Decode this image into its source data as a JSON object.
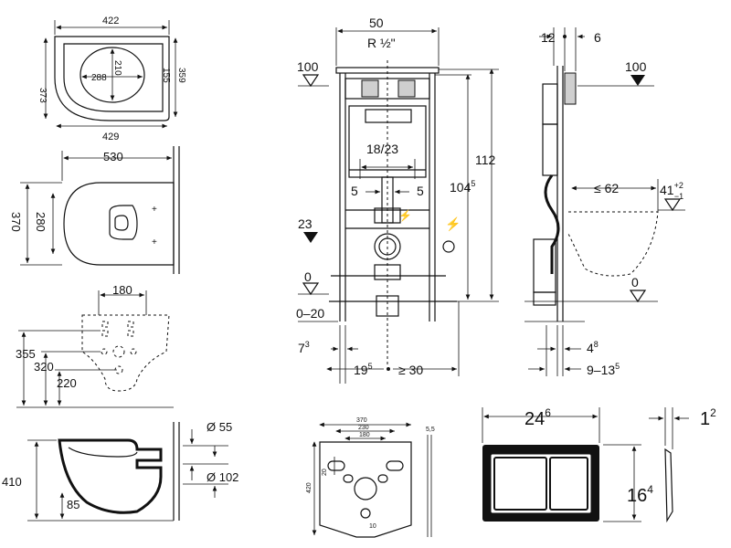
{
  "seat": {
    "w_top": "422",
    "w_bot": "429",
    "h_left": "373",
    "h_right": "359",
    "inner_w": "288",
    "inner_h": "210",
    "r155": "155"
  },
  "bowl_top": {
    "len": "530",
    "h": "370",
    "h2": "280"
  },
  "bowl_back": {
    "w": "180",
    "h355": "355",
    "h320": "320",
    "h220": "220"
  },
  "bowl_side": {
    "h": "410",
    "d55": "Ø 55",
    "d102": "Ø 102",
    "o85": "85"
  },
  "frame": {
    "w": "50",
    "r": "R ½\"",
    "lvl100": "100",
    "lvl100r": "100",
    "h112": "112",
    "h104": "104",
    "h104sup": "5",
    "m1823": "18/23",
    "m5l": "5",
    "m5r": "5",
    "lvl23": "23",
    "lvl0": "0",
    "lvl0r": "0",
    "lvl020": "0–20",
    "d7": "7",
    "d7sup": "3",
    "d19": "19",
    "d19sup": "5",
    "d30": "≥ 30",
    "d12": "12",
    "d6": "6",
    "d62": "≤ 62",
    "d41": "41",
    "d41sup": "+2",
    "d41sub": "−1",
    "d4": "4",
    "d4sup": "8",
    "d913": "9–13",
    "d913sup": "5"
  },
  "mat": {
    "w370": "370",
    "w230": "230",
    "w180": "180",
    "h420": "420",
    "t20": "20",
    "t10": "10",
    "t55": "5,5"
  },
  "plate": {
    "w": "24",
    "wsup": "6",
    "h": "16",
    "hsup": "4",
    "t": "1",
    "tsup": "2"
  }
}
